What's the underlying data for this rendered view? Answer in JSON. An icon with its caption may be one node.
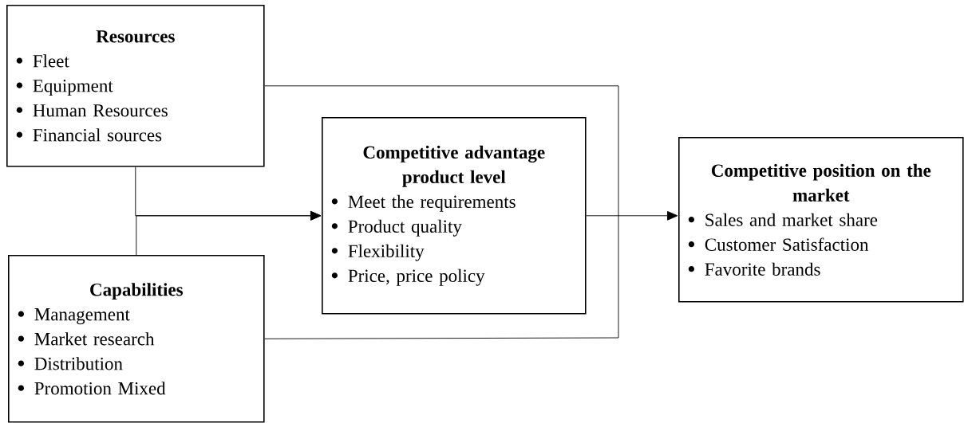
{
  "diagram": {
    "nodes": [
      {
        "text": [
          "Resources",
          "Fleet",
          "Equipment",
          "Human Resources",
          "Financial sources"
        ]
      },
      {
        "text": [
          "Competitive advantage product level",
          "Meet the requirements",
          "Product quality",
          "Flexibility",
          "Price, price policy"
        ]
      },
      {
        "text": [
          "Competitive position on the market",
          "Sales and market share",
          "Customer Satisfaction",
          "Favorite brands"
        ]
      },
      {
        "text": [
          "Capabilities",
          "Management",
          "Market research",
          "Distribution",
          "Promotion Mixed"
        ]
      }
    ],
    "edges": [
      {
        "from": 0,
        "to": 1,
        "arrow": "to"
      },
      {
        "from": 3,
        "to": 1,
        "arrow": "to"
      },
      {
        "from": 1,
        "to": 2,
        "arrow": "to"
      },
      {
        "from": 0,
        "to": 3,
        "arrow": "none"
      }
    ]
  }
}
